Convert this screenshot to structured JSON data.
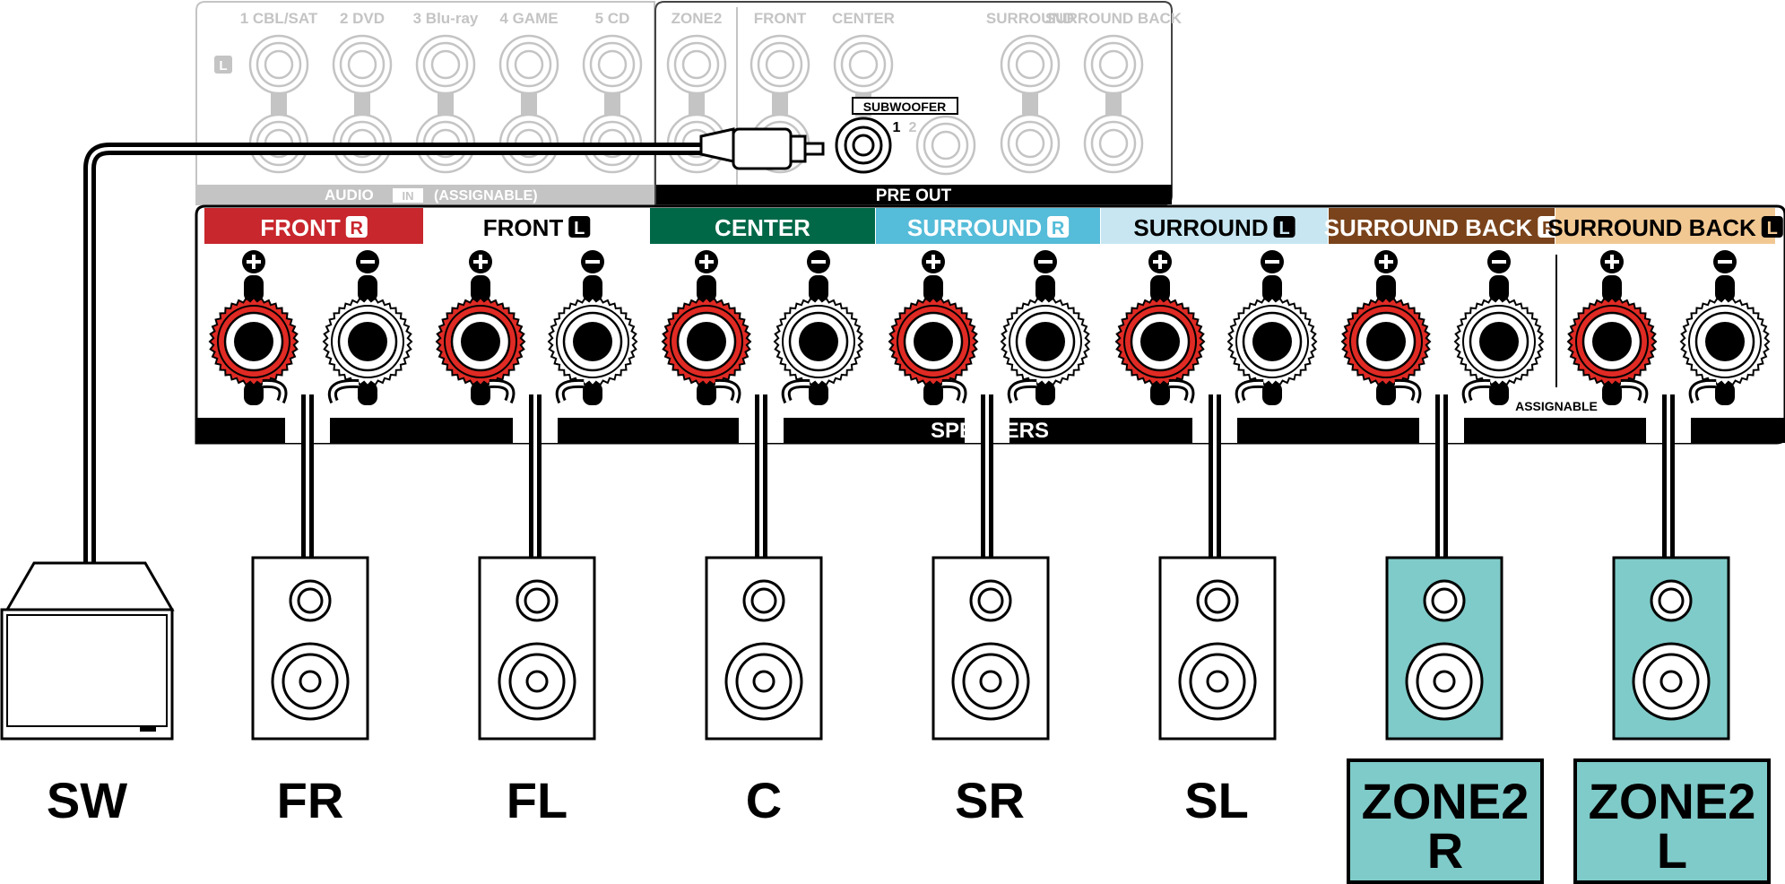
{
  "audio_in": {
    "inputs": [
      "1 CBL/SAT",
      "2 DVD",
      "3 Blu-ray",
      "4 GAME",
      "5 CD"
    ],
    "side_letter": "L",
    "footer_left": "AUDIO",
    "footer_badge": "IN",
    "footer_right": "(ASSIGNABLE)"
  },
  "pre_out": {
    "top_labels": [
      "ZONE2",
      "FRONT",
      "CENTER",
      "SURROUND",
      "SURROUND BACK"
    ],
    "subwoofer_label": "SUBWOOFER",
    "sub_num_1": "1",
    "sub_num_2": "2",
    "footer": "PRE OUT"
  },
  "speakers_panel": {
    "channels": [
      {
        "name": "FRONT",
        "badge": "R",
        "bg": "#c8272d",
        "fg": "#ffffff",
        "badge_fg": "#c8272d"
      },
      {
        "name": "FRONT",
        "badge": "L",
        "bg": "#ffffff",
        "fg": "#000000",
        "badge_fg": "#ffffff"
      },
      {
        "name": "CENTER",
        "badge": "",
        "bg": "#006847",
        "fg": "#ffffff",
        "badge_fg": "#006847"
      },
      {
        "name": "SURROUND",
        "badge": "R",
        "bg": "#55bcd9",
        "fg": "#ffffff",
        "badge_fg": "#55bcd9"
      },
      {
        "name": "SURROUND",
        "badge": "L",
        "bg": "#c7e6f1",
        "fg": "#000000",
        "badge_fg": "#c7e6f1"
      },
      {
        "name": "SURROUND BACK",
        "badge": "R",
        "bg": "#7a431b",
        "fg": "#ffffff",
        "badge_fg": "#7a431b"
      },
      {
        "name": "SURROUND BACK",
        "badge": "L",
        "bg": "#f2c892",
        "fg": "#000000",
        "badge_fg": "#f2c892"
      }
    ],
    "assignable_label": "ASSIGNABLE",
    "footer": "SPEAKERS"
  },
  "speakers": [
    {
      "label": "SW"
    },
    {
      "label": "FR"
    },
    {
      "label": "FL"
    },
    {
      "label": "C"
    },
    {
      "label": "SR"
    },
    {
      "label": "SL"
    },
    {
      "label": "ZONE2",
      "label2": "R"
    },
    {
      "label": "ZONE2",
      "label2": "L"
    }
  ],
  "colors": {
    "terminal_red": "#e02a24",
    "zone2_teal": "#7fcbc9",
    "faded_gray": "#c4c4c4"
  }
}
